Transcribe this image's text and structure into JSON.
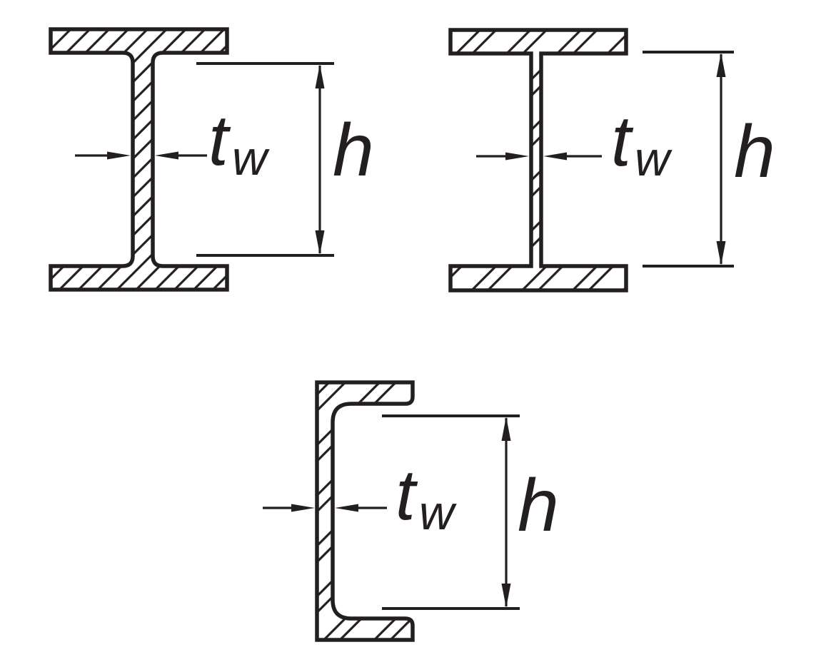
{
  "figure": {
    "kind": "structural-steel-cross-sections",
    "background": "#ffffff",
    "line_color": "#231f20",
    "sections": [
      {
        "name": "i-section-filleted",
        "position": "top-left",
        "annotations": [
          "tw",
          "h"
        ]
      },
      {
        "name": "i-section-parallel",
        "position": "top-right",
        "annotations": [
          "tw",
          "h"
        ]
      },
      {
        "name": "channel-section",
        "position": "bottom-center",
        "annotations": [
          "tw",
          "h"
        ]
      }
    ]
  },
  "labels": {
    "tw_main": "t",
    "tw_sub": "w",
    "h": "h"
  }
}
